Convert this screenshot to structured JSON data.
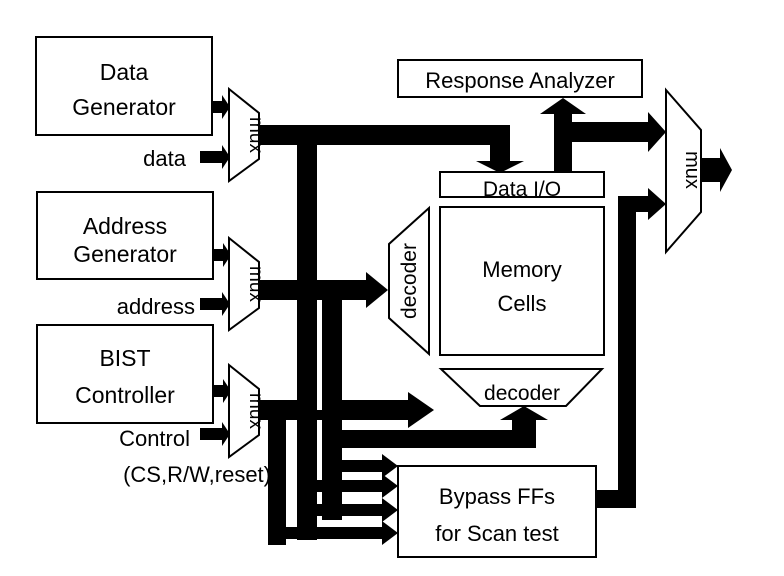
{
  "diagram": {
    "blocks": {
      "data_generator": [
        "Data",
        "Generator"
      ],
      "address_generator": [
        "Address",
        "Generator"
      ],
      "bist_controller": [
        "BIST",
        "Controller"
      ],
      "response_analyzer": "Response Analyzer",
      "data_io": "Data I/O",
      "memory_cells": [
        "Memory",
        "Cells"
      ],
      "row_decoder": "decoder",
      "col_decoder": "decoder",
      "bypass_ffs": [
        "Bypass FFs",
        "for Scan test"
      ],
      "mux_label": "mux"
    },
    "inputs": {
      "data": "data",
      "address": "address",
      "control": "Control",
      "control_detail": "(CS,R/W,reset)"
    }
  }
}
